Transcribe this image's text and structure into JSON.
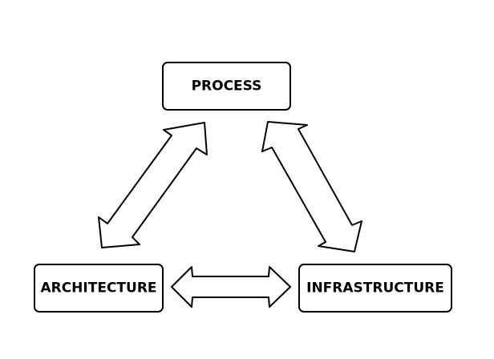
{
  "diagram": {
    "nodes": {
      "process": {
        "label": "PROCESS"
      },
      "architecture": {
        "label": "ARCHITECTURE"
      },
      "infrastructure": {
        "label": "INFRASTRUCTURE"
      }
    },
    "edges": [
      {
        "from": "process",
        "to": "architecture",
        "type": "bidirectional-arrow"
      },
      {
        "from": "process",
        "to": "infrastructure",
        "type": "bidirectional-arrow"
      },
      {
        "from": "architecture",
        "to": "infrastructure",
        "type": "bidirectional-arrow"
      }
    ],
    "colors": {
      "stroke": "#000000",
      "fill": "#ffffff",
      "background": "#ffffff"
    }
  }
}
